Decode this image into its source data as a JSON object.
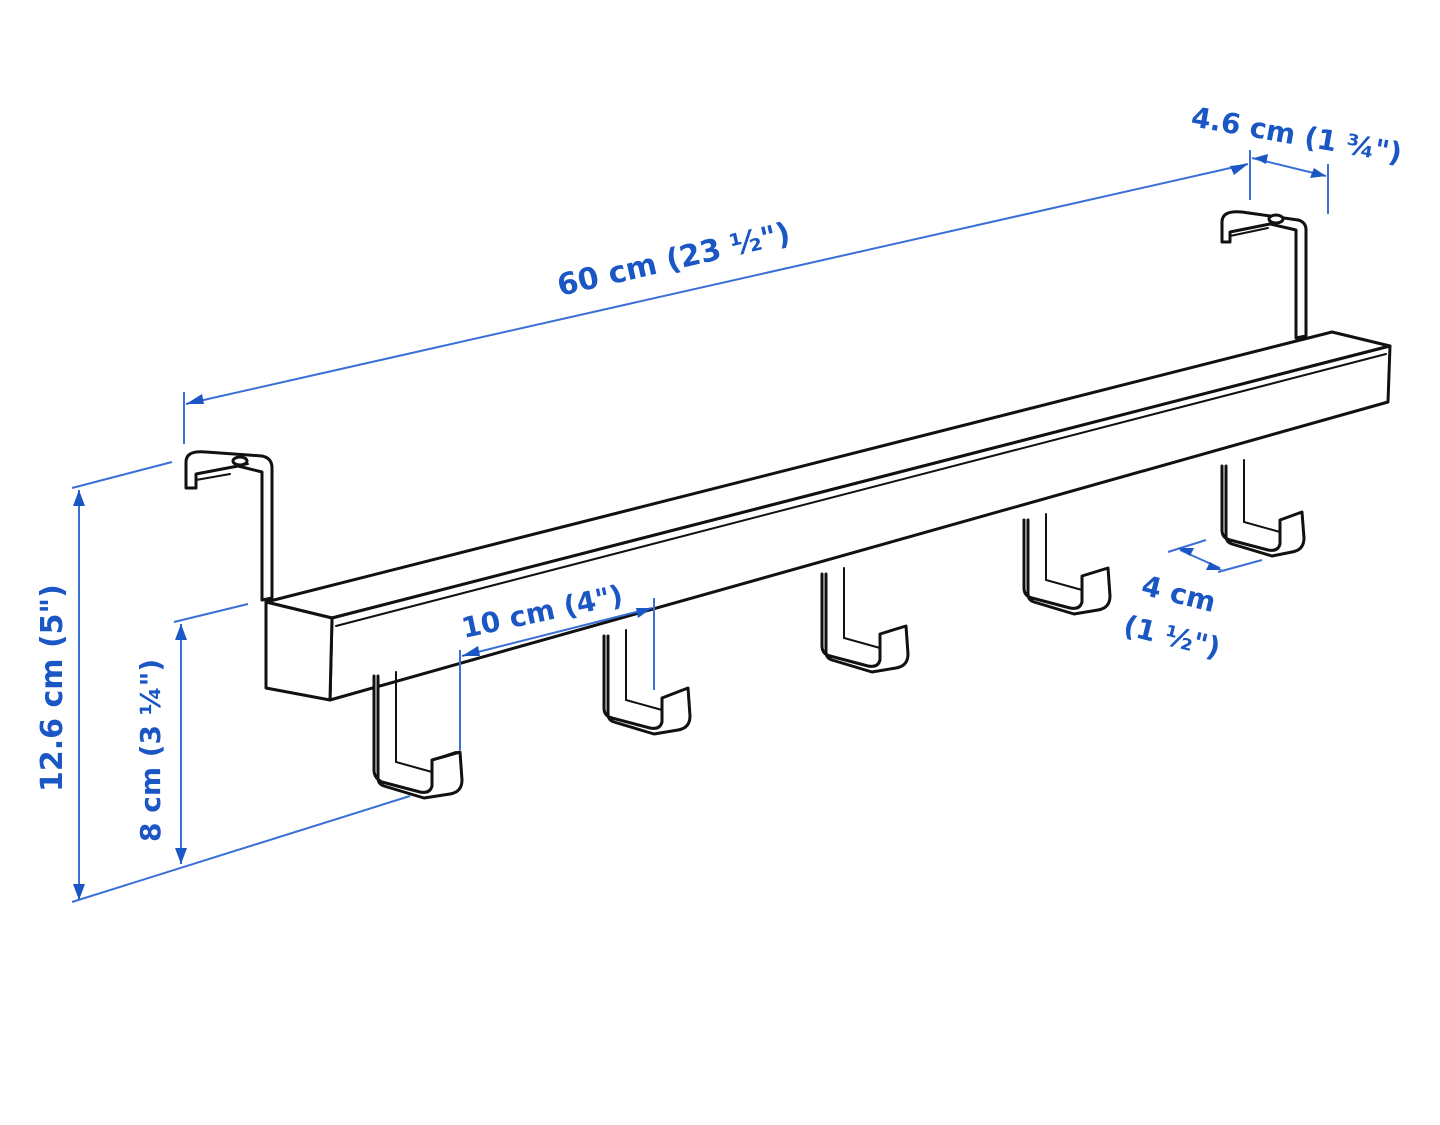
{
  "diagram": {
    "subject": "over-door rail with 5 hooks",
    "annotation_color": "#1a56c4",
    "line_color": "#111111",
    "background": "#ffffff",
    "dimensions": {
      "width": {
        "label": "60 cm (23 ½\")"
      },
      "bracket_depth": {
        "label": "4.6 cm (1 ¾\")"
      },
      "hook_spacing": {
        "label": "10 cm (4\")"
      },
      "hook_depth": {
        "line1": "4 cm",
        "line2": "(1 ½\")"
      },
      "total_height": {
        "label": "12.6 cm (5\")"
      },
      "rail_to_hook_height": {
        "label": "8 cm (3 ¼\")"
      }
    },
    "hook_count": 5,
    "bracket_count": 2
  }
}
